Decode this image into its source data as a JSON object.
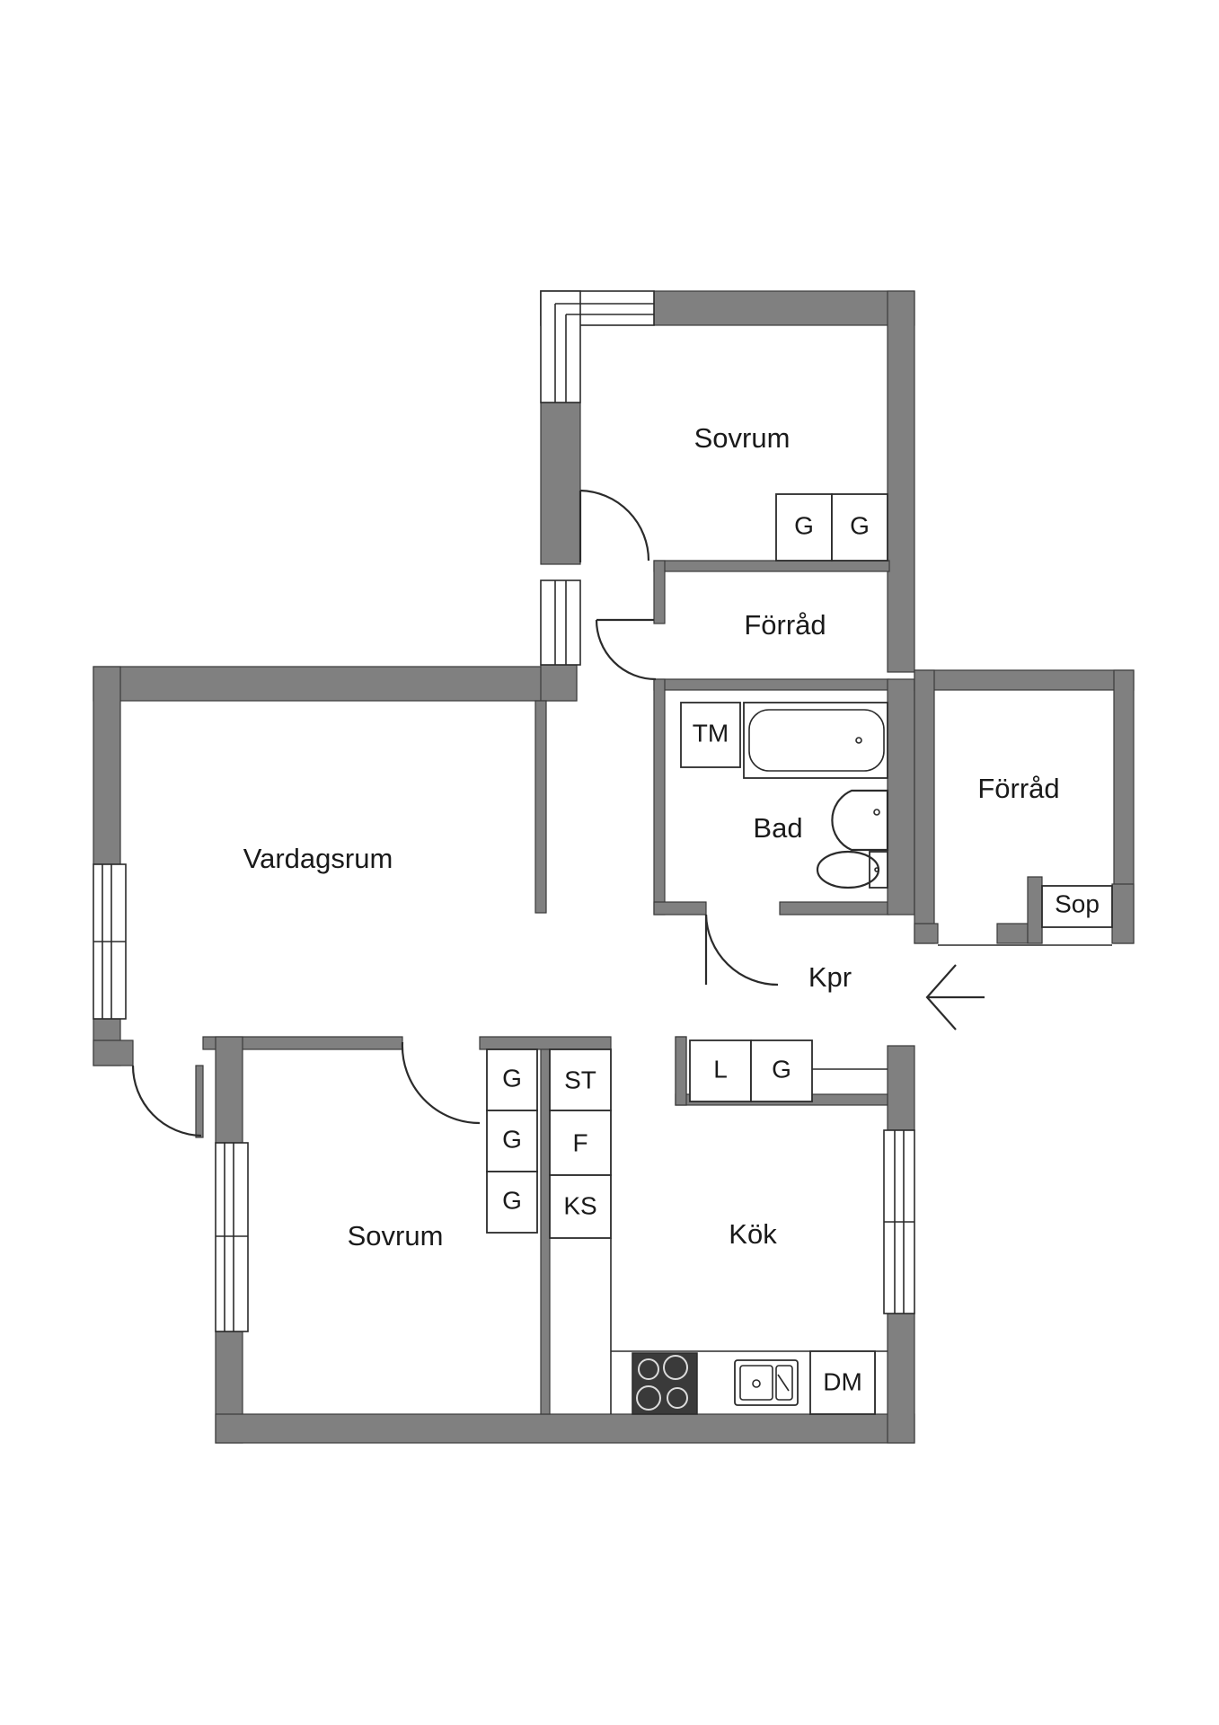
{
  "rooms": {
    "sovrum_top": "Sovrum",
    "forrad_top": "Förråd",
    "forrad_right": "Förråd",
    "bad": "Bad",
    "vardagsrum": "Vardagsrum",
    "kpr": "Kpr",
    "sovrum_bottom": "Sovrum",
    "kok": "Kök"
  },
  "fixtures": {
    "wardrobe_top_1": "G",
    "wardrobe_top_2": "G",
    "tm": "TM",
    "sop": "Sop",
    "linen": "L",
    "wardrobe_hall": "G",
    "wardrobe_bed_1": "G",
    "wardrobe_bed_2": "G",
    "wardrobe_bed_3": "G",
    "stove_tag": "ST",
    "fridge": "F",
    "freezer": "KS",
    "dishwasher": "DM"
  },
  "colors": {
    "wall": "#808080",
    "line": "#2b2b2b",
    "background": "#ffffff"
  },
  "icons": [
    "entrance-arrow-icon",
    "door-swing-icon",
    "bathtub-icon",
    "washbasin-icon",
    "toilet-icon",
    "stove-icon",
    "sink-icon"
  ]
}
